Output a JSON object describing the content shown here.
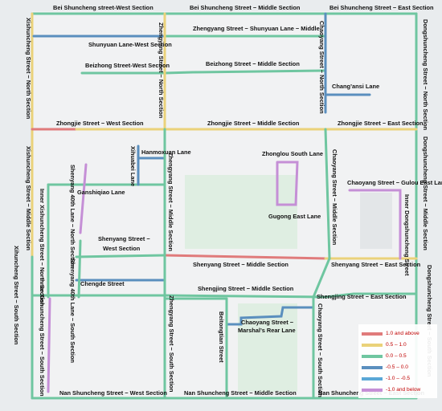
{
  "map": {
    "colors": {
      "1.0 and above": "#e07b7b",
      "0.5 – 1.0": "#ead27a",
      "0.0 – 0.5": "#6fc6a0",
      "-0.5 – 0.0": "#5a8fbe",
      "-1.0 – -0.5": "#5aa7d6",
      "-1.0 and below": "#c58fd6"
    },
    "legend": [
      {
        "label": "1.0 and above",
        "color_key": "1.0 and above"
      },
      {
        "label": "0.5 – 1.0",
        "color_key": "0.5 – 1.0"
      },
      {
        "label": "0.0 – 0.5",
        "color_key": "0.0 – 0.5"
      },
      {
        "label": "-0.5 – 0.0",
        "color_key": "-0.5 – 0.0"
      },
      {
        "label": "-1.0 – -0.5",
        "color_key": "-1.0 – -0.5"
      },
      {
        "label": "-1.0 and below",
        "color_key": "-1.0 and below"
      }
    ],
    "labels": {
      "bei_west": "Bei Shuncheng street-West Section",
      "bei_middle": "Bei Shuncheng Street − Middle Section",
      "bei_east": "Bei Shuncheng Street − East Section",
      "shunyuan_west": "Shunyuan Lane-West Section",
      "zhengyang_shunyuan": "Zhengyang Street − Shunyuan Lane − Middle",
      "beizhong_west": "Beizhong Street-West Section",
      "beizhong_middle": "Beizhong Street − Middle Section",
      "changansi": "Chang’ansi Lane",
      "zhongjie_west": "Zhongjie Street − West Section",
      "zhongjie_middle": "Zhongjie Street − Middle Section",
      "zhongjie_east": "Zhongjie Street − East Section",
      "hanmoxuan": "Hanmoxuan Lane",
      "zhonglou_south": "Zhonglou South Lane",
      "ganshiqiao": "Ganshiqiao Lane",
      "xihuabei": "Xihuabei Lane",
      "chaoyang_gulou": "Chaoyang Street − Gulou East Lane",
      "gugong_east": "Gugong East Lane",
      "shenyang_west": "Shenyang Street −",
      "shenyang_west2": "West Section",
      "shenyang_middle": "Shenyang Street − Middle Section",
      "shenyang_east": "Shenyang Street − East Section",
      "chengde": "Chengde Street",
      "shengjing_middle": "Shengjing Street − Middle Section",
      "shengjing_east": "Shengjing Street − East Section",
      "chaoyang_marshal": "Chaoyang Street −",
      "chaoyang_marshal2": "Marshal’s Rear Lane",
      "nan_west": "Nan Shuncheng Street − West Section",
      "nan_middle": "Nan Shuncheng Street − Middle Section",
      "nan_east": "Nan Shuncheng Street − East Section",
      "xishuncheng_north": "Xishuncheng Street − North Section",
      "xishuncheng_middle": "Xishuncheng Street − Middle Section",
      "xishuncheng_south": "Xihuncheng Street − South Section",
      "inner_xishuncheng_north": "Inner Xishuncheng Street − North Section",
      "inner_xishuncheng_south": "Inner Xishuncheng Street − South Section",
      "shenyang40_north": "Shenyang 40th Lane − North Section",
      "shenyang40_south": "Shenyang 40th Lane − South Section",
      "zhengyang_north": "Zhengyang Street − North Section",
      "zhengyang_middle": "Zhengyang Street − Middle Section",
      "zhengyang_south": "Zhengyang Street − South Section",
      "beitongtian": "Beitongtian Street",
      "chaoyang_north": "Chaoyang Street − North Section",
      "chaoyang_middle": "Chaoyang Street − Middle Section",
      "chaoyang_south": "Chaoyang Street − South Section",
      "inner_dongshuncheng": "Inner Dongshuncheng Street",
      "dongshuncheng_north": "Dongshuncheng Street − North Section",
      "dongshuncheng_middle": "Dongshuncheng Street − Middle Section",
      "dongshuncheng_south": "Dongshuncheng Street − South Section"
    }
  }
}
